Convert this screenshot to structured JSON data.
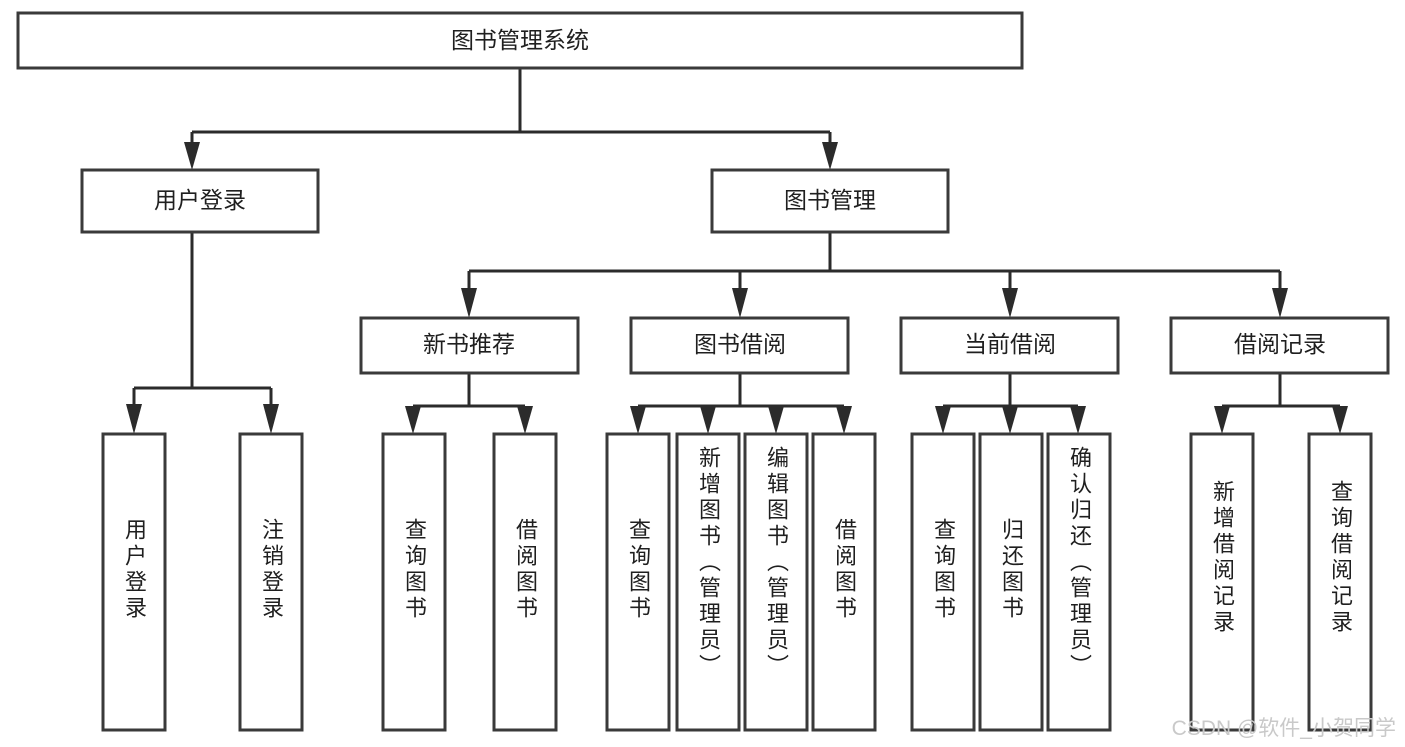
{
  "diagram": {
    "title": "图书管理系统",
    "type": "tree-hierarchy-chart",
    "watermark": "CSDN @软件_小贺同学",
    "root": {
      "id": "root",
      "label": "图书管理系统"
    },
    "level2": [
      {
        "id": "user-login",
        "label": "用户登录"
      },
      {
        "id": "book-management",
        "label": "图书管理"
      }
    ],
    "level3": [
      {
        "id": "new-book-recommend",
        "label": "新书推荐",
        "parent": "book-management"
      },
      {
        "id": "book-borrow",
        "label": "图书借阅",
        "parent": "book-management"
      },
      {
        "id": "current-borrow",
        "label": "当前借阅",
        "parent": "book-management"
      },
      {
        "id": "borrow-record",
        "label": "借阅记录",
        "parent": "book-management"
      }
    ],
    "leaves": [
      {
        "id": "leaf-user-login",
        "label": "用户登录",
        "parent": "user-login"
      },
      {
        "id": "leaf-logout-login",
        "label": "注销登录",
        "parent": "user-login"
      },
      {
        "id": "leaf-query-book-1",
        "label": "查询图书",
        "parent": "new-book-recommend"
      },
      {
        "id": "leaf-borrow-book-1",
        "label": "借阅图书",
        "parent": "new-book-recommend"
      },
      {
        "id": "leaf-query-book-2",
        "label": "查询图书",
        "parent": "book-borrow"
      },
      {
        "id": "leaf-add-book",
        "label": "新增图书（管理员）",
        "parent": "book-borrow"
      },
      {
        "id": "leaf-edit-book",
        "label": "编辑图书（管理员）",
        "parent": "book-borrow"
      },
      {
        "id": "leaf-borrow-book-2",
        "label": "借阅图书",
        "parent": "book-borrow"
      },
      {
        "id": "leaf-query-book-3",
        "label": "查询图书",
        "parent": "current-borrow"
      },
      {
        "id": "leaf-return-book",
        "label": "归还图书",
        "parent": "current-borrow"
      },
      {
        "id": "leaf-confirm-return",
        "label": "确认归还（管理员）",
        "parent": "current-borrow"
      },
      {
        "id": "leaf-add-record",
        "label": "新增借阅记录",
        "parent": "borrow-record"
      },
      {
        "id": "leaf-query-record",
        "label": "查询借阅记录",
        "parent": "borrow-record"
      }
    ],
    "colors": {
      "box_stroke": "#3a3a3a",
      "edge": "#2b2b2b",
      "text": "#1f1f1f",
      "background": "#ffffff",
      "watermark": "#c9c9c9"
    }
  }
}
